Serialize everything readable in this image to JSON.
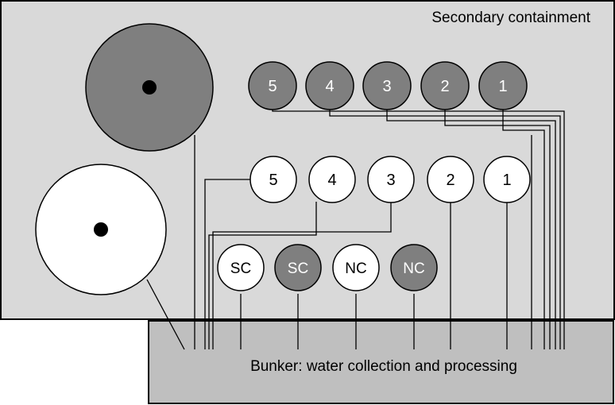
{
  "containment_label": "Secondary containment",
  "bunker_label": "Bunker: water collection and processing",
  "dark_tank_labels": [
    "5",
    "4",
    "3",
    "2",
    "1"
  ],
  "white_tank_labels": [
    "5",
    "4",
    "3",
    "2",
    "1"
  ],
  "bottom_tank_labels": [
    "SC",
    "SC",
    "NC",
    "NC"
  ],
  "colors": {
    "containment_fill": "#d9d9d9",
    "bunker_fill": "#bfbfbf",
    "dark_tank": "#7f7f7f",
    "white_tank": "#ffffff",
    "outline": "#000000",
    "pipe": "#000000"
  }
}
